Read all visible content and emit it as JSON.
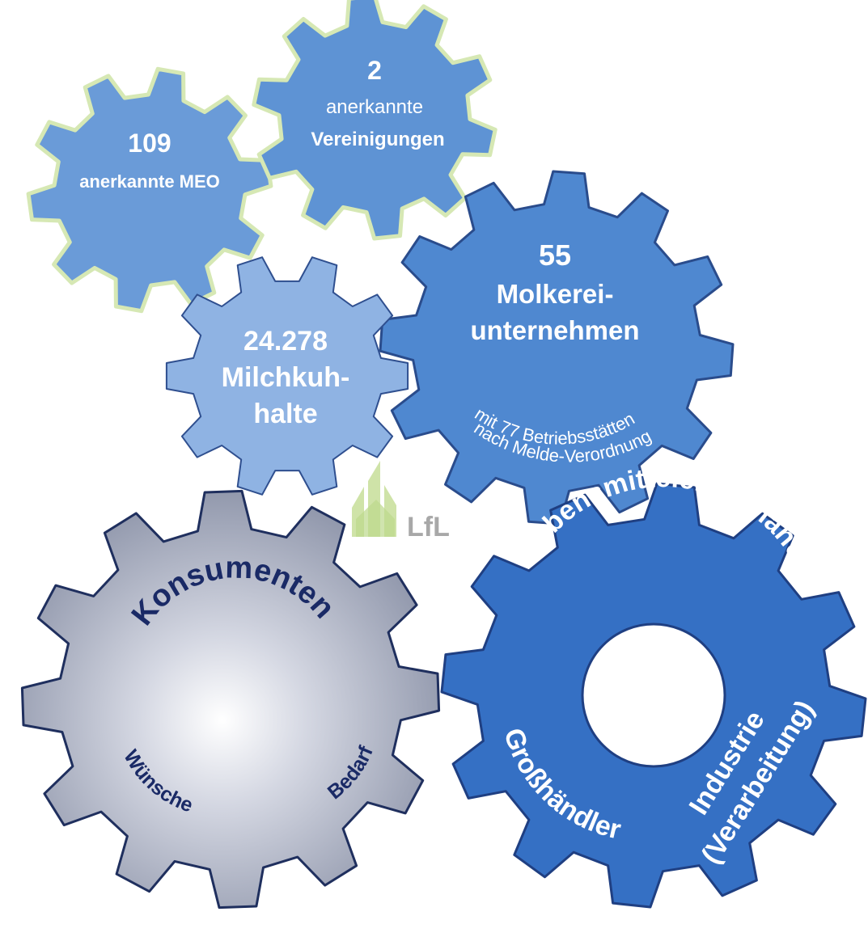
{
  "gears": {
    "meo": {
      "number": "109",
      "label": "anerkannte MEO",
      "fill": "#6a9bd8",
      "outline": "#d6e8b4",
      "icon": "gear-icon"
    },
    "vereinigungen": {
      "number": "2",
      "label_line1": "anerkannte",
      "label_line2": "Vereinigungen",
      "fill": "#5e93d4",
      "outline": "#d6e8b4",
      "icon": "gear-icon"
    },
    "milchkuh": {
      "number": "24.278",
      "label_line1": "Milchkuh-",
      "label_line2": "halte",
      "fill": "#8fb3e3",
      "outline": "#2f4f8f",
      "icon": "gear-icon"
    },
    "molkerei": {
      "number": "55",
      "label_line1": "Molkerei-",
      "label_line2": "unternehmen",
      "arc_line1": "mit 77 Betriebsstätten",
      "arc_line2": "nach Melde-Verordnung",
      "fill": "#4f88d0",
      "outline": "#2a4c8c",
      "icon": "gear-icon"
    },
    "konsumenten": {
      "title": "Konsumenten",
      "left": "Wünsche",
      "right": "Bedarf",
      "fill_light": "#ffffff",
      "fill_dark": "#8c93a8",
      "outline": "#1f2f5e",
      "text_color": "#1a2a66",
      "icon": "gear-icon"
    },
    "handel": {
      "top": "Lebensmitteleinzelhandel",
      "left": "Großhändler",
      "right_line1": "Industrie",
      "right_line2": "(Verarbeitung)",
      "fill": "#3570c4",
      "outline": "#1f3f82",
      "icon": "gear-icon"
    }
  },
  "logo": {
    "text": "LfL",
    "leaf_color": "#cfe3a8",
    "text_color": "#a8a8a8",
    "icon": "lfl-logo-icon"
  }
}
